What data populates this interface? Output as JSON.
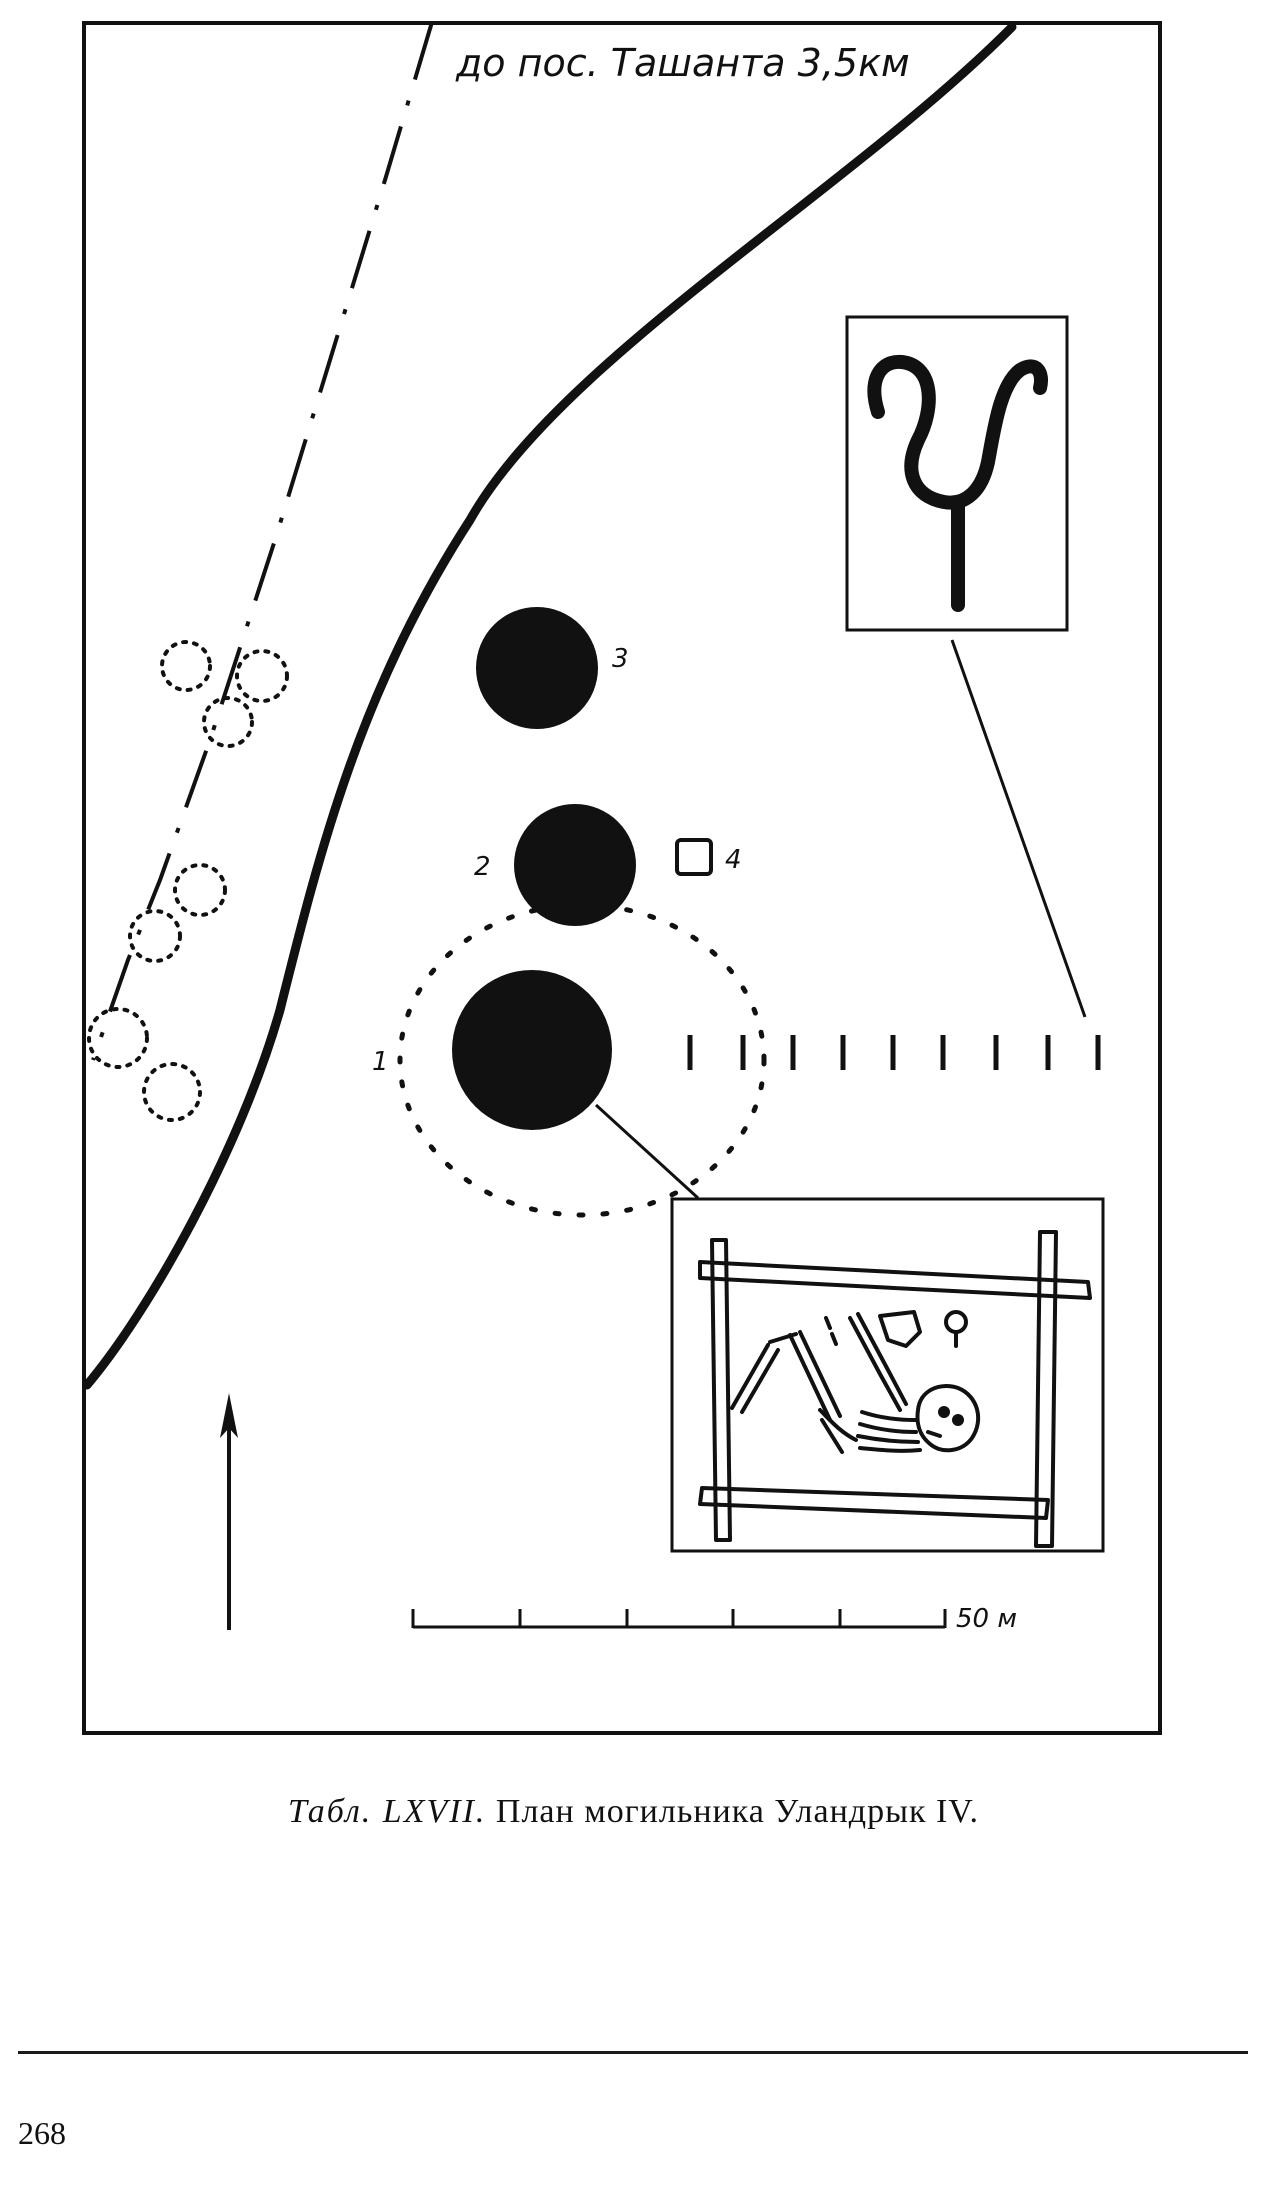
{
  "map": {
    "road_label": "до пос. Ташанта 3,5км",
    "mound_labels": [
      "1",
      "2",
      "3",
      "4"
    ],
    "scale_label": "50 м"
  },
  "caption": {
    "prefix": "Табл. LXVII.",
    "text": "План могильника Уландрык IV."
  },
  "page_number": "268"
}
